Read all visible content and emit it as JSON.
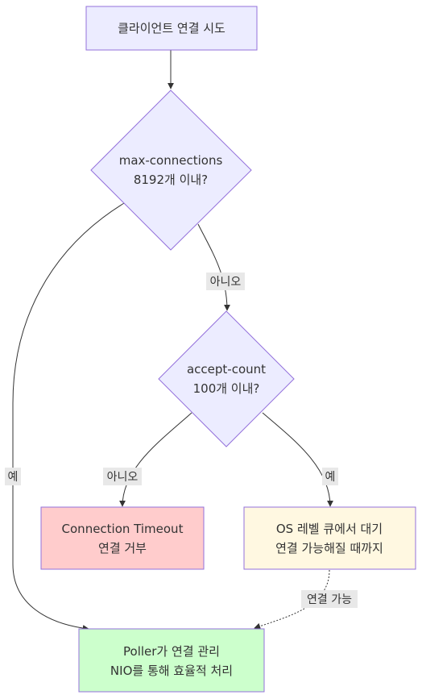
{
  "nodes": {
    "start": {
      "text": "클라이언트 연결 시도"
    },
    "decision_max": {
      "line1": "max-connections",
      "line2": "8192개 이내?"
    },
    "decision_accept": {
      "line1": "accept-count",
      "line2": "100개 이내?"
    },
    "timeout": {
      "line1": "Connection Timeout",
      "line2": "연결 거부"
    },
    "os_queue": {
      "line1": "OS 레벨 큐에서 대기",
      "line2": "연결 가능해질 때까지"
    },
    "poller": {
      "line1": "Poller가 연결 관리",
      "line2": "NIO를 통해 효율적 처리"
    }
  },
  "edge_labels": {
    "max_no": "아니오",
    "max_yes": "예",
    "accept_no": "아니오",
    "accept_yes": "예",
    "queue_available": "연결 가능"
  },
  "colors": {
    "default_fill": "#ECECFF",
    "node_stroke": "#9370DB",
    "timeout_fill": "#FFCCCC",
    "queue_fill": "#FFF8E1",
    "poller_fill": "#CCFFCC",
    "edge": "#333333",
    "label_bg": "#E8E8E8"
  }
}
